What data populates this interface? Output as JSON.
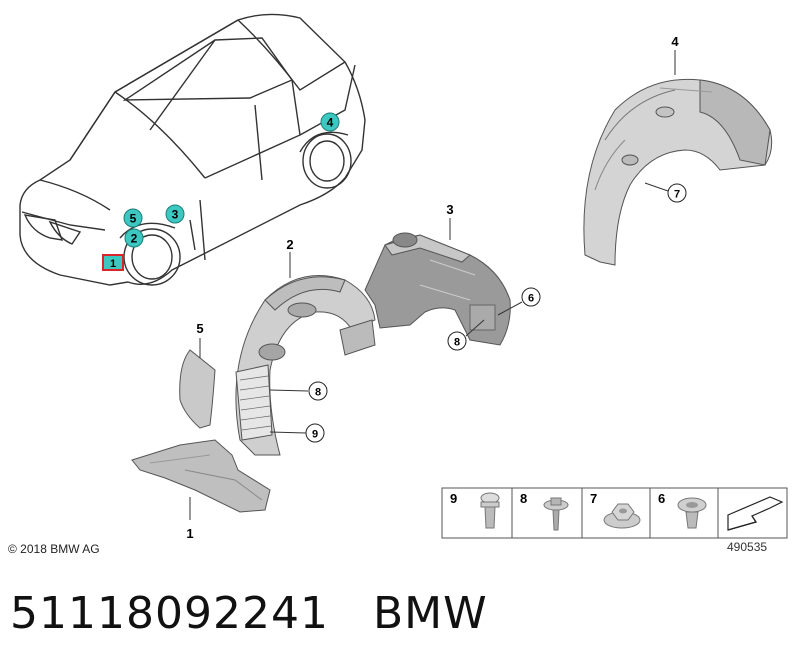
{
  "diagram": {
    "copyright": "© 2018 BMW AG",
    "diagram_number": "490535",
    "car_markers": [
      {
        "id": "m5",
        "label": "5"
      },
      {
        "id": "m3",
        "label": "3"
      },
      {
        "id": "m2",
        "label": "2"
      },
      {
        "id": "m1",
        "label": "1"
      },
      {
        "id": "m4",
        "label": "4"
      }
    ],
    "part_callouts": [
      {
        "id": "c4",
        "label": "4"
      },
      {
        "id": "c3",
        "label": "3"
      },
      {
        "id": "c2",
        "label": "2"
      },
      {
        "id": "c5",
        "label": "5"
      },
      {
        "id": "c1",
        "label": "1"
      }
    ],
    "circle_callouts": [
      {
        "id": "cc7",
        "label": "7"
      },
      {
        "id": "cc6",
        "label": "6"
      },
      {
        "id": "cc8a",
        "label": "8"
      },
      {
        "id": "cc8b",
        "label": "8"
      },
      {
        "id": "cc9",
        "label": "9"
      }
    ],
    "fastener_legend": [
      {
        "id": "f9",
        "label": "9",
        "icon": "push-rivet-icon"
      },
      {
        "id": "f8",
        "label": "8",
        "icon": "screw-icon"
      },
      {
        "id": "f7",
        "label": "7",
        "icon": "hex-nut-icon"
      },
      {
        "id": "f6",
        "label": "6",
        "icon": "clip-nut-icon"
      }
    ],
    "highlight_color": "#3cc8c0",
    "selected_marker_color": "#d9252a"
  },
  "footer": {
    "part_number": "51118092241",
    "brand": "BMW"
  }
}
